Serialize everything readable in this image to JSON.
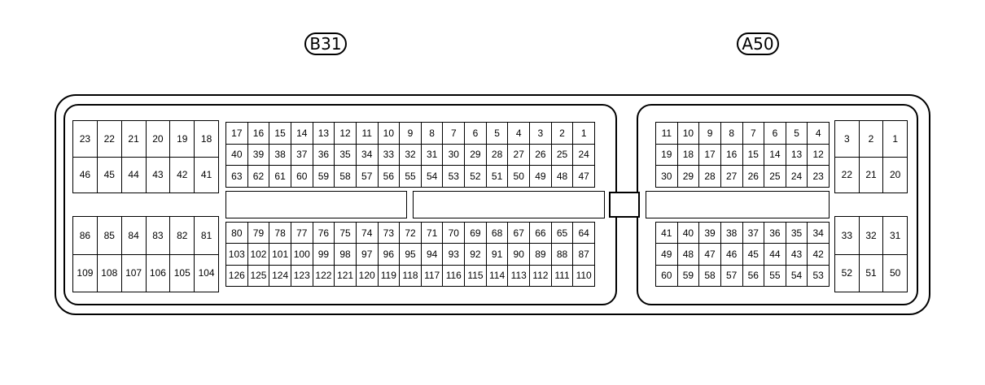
{
  "connectors": [
    {
      "id": "B31",
      "blocks": [
        {
          "name": "b31-left-upper",
          "rows": [
            [
              23,
              22,
              21,
              20,
              19,
              18
            ],
            [
              46,
              45,
              44,
              43,
              42,
              41
            ]
          ]
        },
        {
          "name": "b31-left-lower",
          "rows": [
            [
              86,
              85,
              84,
              83,
              82,
              81
            ],
            [
              109,
              108,
              107,
              106,
              105,
              104
            ]
          ]
        },
        {
          "name": "b31-main-upper",
          "rows": [
            [
              17,
              16,
              15,
              14,
              13,
              12,
              11,
              10,
              9,
              8,
              7,
              6,
              5,
              4,
              3,
              2,
              1
            ],
            [
              40,
              39,
              38,
              37,
              36,
              35,
              34,
              33,
              32,
              31,
              30,
              29,
              28,
              27,
              26,
              25,
              24
            ],
            [
              63,
              62,
              61,
              60,
              59,
              58,
              57,
              56,
              55,
              54,
              53,
              52,
              51,
              50,
              49,
              48,
              47
            ]
          ]
        },
        {
          "name": "b31-main-lower",
          "rows": [
            [
              80,
              79,
              78,
              77,
              76,
              75,
              74,
              73,
              72,
              71,
              70,
              69,
              68,
              67,
              66,
              65,
              64
            ],
            [
              103,
              102,
              101,
              100,
              99,
              98,
              97,
              96,
              95,
              94,
              93,
              92,
              91,
              90,
              89,
              88,
              87
            ],
            [
              126,
              125,
              124,
              123,
              122,
              121,
              120,
              119,
              118,
              117,
              116,
              115,
              114,
              113,
              112,
              111,
              110
            ]
          ]
        }
      ]
    },
    {
      "id": "A50",
      "blocks": [
        {
          "name": "a50-main-upper",
          "rows": [
            [
              11,
              10,
              9,
              8,
              7,
              6,
              5,
              4
            ],
            [
              19,
              18,
              17,
              16,
              15,
              14,
              13,
              12
            ],
            [
              30,
              29,
              28,
              27,
              26,
              25,
              24,
              23
            ]
          ]
        },
        {
          "name": "a50-right-upper",
          "rows": [
            [
              3,
              2,
              1
            ],
            [
              22,
              21,
              20
            ]
          ]
        },
        {
          "name": "a50-main-lower",
          "rows": [
            [
              41,
              40,
              39,
              38,
              37,
              36,
              35,
              34
            ],
            [
              49,
              48,
              47,
              46,
              45,
              44,
              43,
              42
            ],
            [
              60,
              59,
              58,
              57,
              56,
              55,
              54,
              53
            ]
          ]
        },
        {
          "name": "a50-right-lower",
          "rows": [
            [
              33,
              32,
              31
            ],
            [
              52,
              51,
              50
            ]
          ]
        }
      ]
    }
  ]
}
